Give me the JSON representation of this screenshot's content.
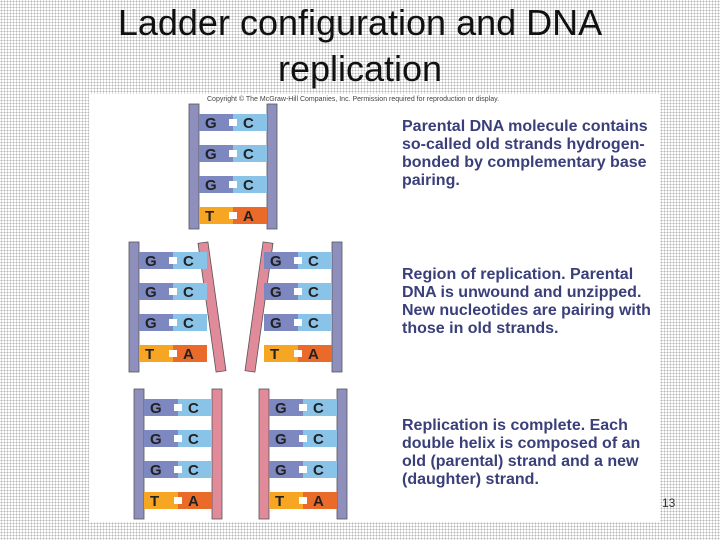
{
  "slide": {
    "title_line1": "Ladder configuration and DNA",
    "title_line2": "replication",
    "page_number": "13"
  },
  "figure": {
    "copyright": "Copyright © The McGraw-Hill Companies, Inc. Permission required for reproduction or display.",
    "colors": {
      "old_strand": "#8f8fbe",
      "new_strand": "#e08a9a",
      "G_base": "#7d87c0",
      "C_base": "#89c3e8",
      "T_base": "#f6a623",
      "A_base": "#ea6a2a"
    },
    "stages": [
      {
        "name": "parental",
        "caption": "Parental DNA molecule contains so-called old strands hydrogen-bonded by complementary base pairing.",
        "pairs": [
          {
            "left": "G",
            "right": "C"
          },
          {
            "left": "G",
            "right": "C"
          },
          {
            "left": "G",
            "right": "C"
          },
          {
            "left": "T",
            "right": "A"
          }
        ]
      },
      {
        "name": "replication-region",
        "caption": "Region of replication. Parental DNA is unwound and unzipped. New nucleotides are pairing with those in old strands.",
        "left_helix": [
          {
            "left": "G",
            "right": "C"
          },
          {
            "left": "G",
            "right": "C"
          },
          {
            "left": "G",
            "right": "C"
          },
          {
            "left": "T",
            "right": "A"
          }
        ],
        "right_helix": [
          {
            "left": "G",
            "right": "C"
          },
          {
            "left": "G",
            "right": "C"
          },
          {
            "left": "G",
            "right": "C"
          },
          {
            "left": "T",
            "right": "A"
          }
        ]
      },
      {
        "name": "complete",
        "caption": "Replication is complete. Each double helix is composed of an old (parental) strand and a new (daughter) strand.",
        "left_helix": [
          {
            "left": "G",
            "right": "C"
          },
          {
            "left": "G",
            "right": "C"
          },
          {
            "left": "G",
            "right": "C"
          },
          {
            "left": "T",
            "right": "A"
          }
        ],
        "right_helix": [
          {
            "left": "G",
            "right": "C"
          },
          {
            "left": "G",
            "right": "C"
          },
          {
            "left": "G",
            "right": "C"
          },
          {
            "left": "T",
            "right": "A"
          }
        ]
      }
    ]
  }
}
